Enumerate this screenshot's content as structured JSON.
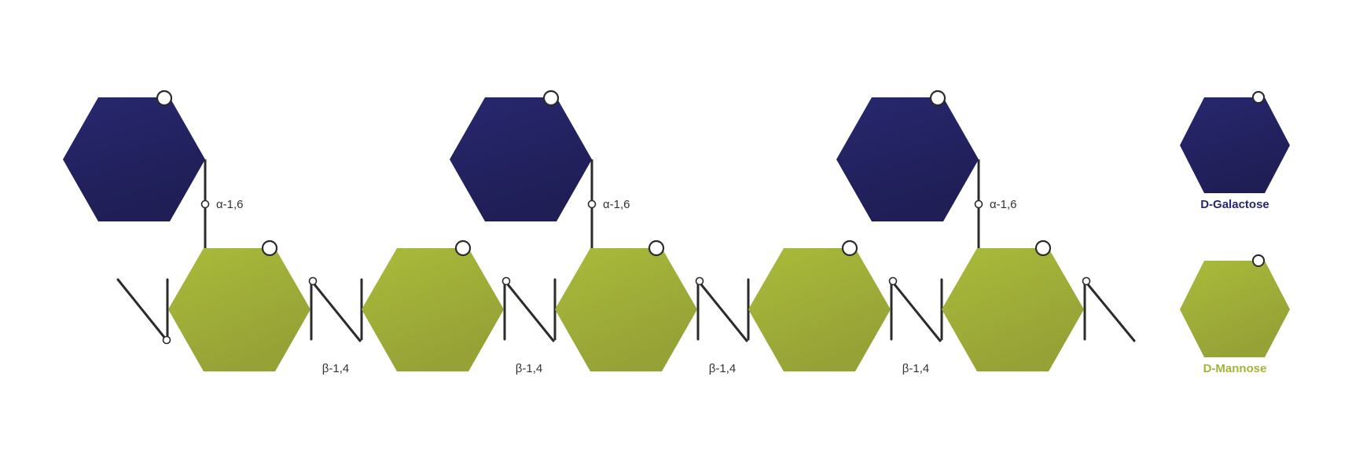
{
  "colors": {
    "galactose_top": "#27276f",
    "galactose_bottom": "#1f1e55",
    "mannose_top": "#a9bb3a",
    "mannose_bottom": "#96a136",
    "bond_line": "#2b2b2b",
    "label_text": "#333333"
  },
  "bonds": {
    "alpha": [
      "α-1,6",
      "α-1,6",
      "α-1,6"
    ],
    "beta": [
      "β-1,4",
      "β-1,4",
      "β-1,4",
      "β-1,4"
    ]
  },
  "legend": {
    "galactose": "D-Galactose",
    "mannose": "D-Mannose"
  }
}
